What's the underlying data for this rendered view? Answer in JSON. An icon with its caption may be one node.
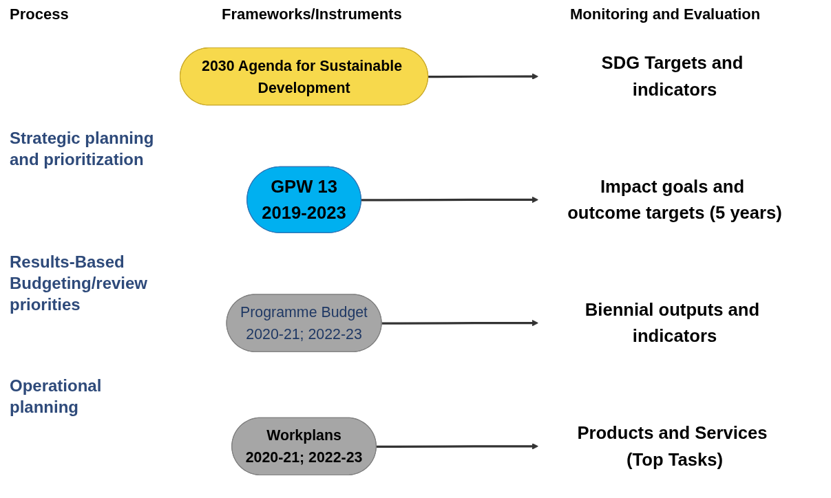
{
  "diagram": {
    "nodes": [
      {
        "text": [
          "2030 Agenda for Sustainable Development"
        ]
      },
      {
        "text": [
          "GPW 13",
          "2019-2023"
        ]
      },
      {
        "text": [
          "Programme Budget",
          "2020-21; 2022-23"
        ]
      },
      {
        "text": [
          "Workplans",
          "2020-21; 2022-23"
        ]
      },
      {
        "text": [
          "SDG Targets and indicators"
        ]
      },
      {
        "text": [
          "Impact goals and outcome targets (5 years)"
        ]
      },
      {
        "text": [
          "Biennial outputs and indicators"
        ]
      },
      {
        "text": [
          "Products and Services (Top Tasks)"
        ]
      }
    ],
    "edges": [
      {
        "from": 0,
        "to": 4,
        "arrow": "to"
      },
      {
        "from": 1,
        "to": 5,
        "arrow": "to"
      },
      {
        "from": 2,
        "to": 6,
        "arrow": "to"
      },
      {
        "from": 3,
        "to": 7,
        "arrow": "to"
      }
    ],
    "labels": [
      "Process",
      "Frameworks/Instruments",
      "Monitoring and Evaluation",
      "Strategic planning and prioritization",
      "Results-Based Budgeting/review priorities",
      "Operational planning"
    ]
  }
}
